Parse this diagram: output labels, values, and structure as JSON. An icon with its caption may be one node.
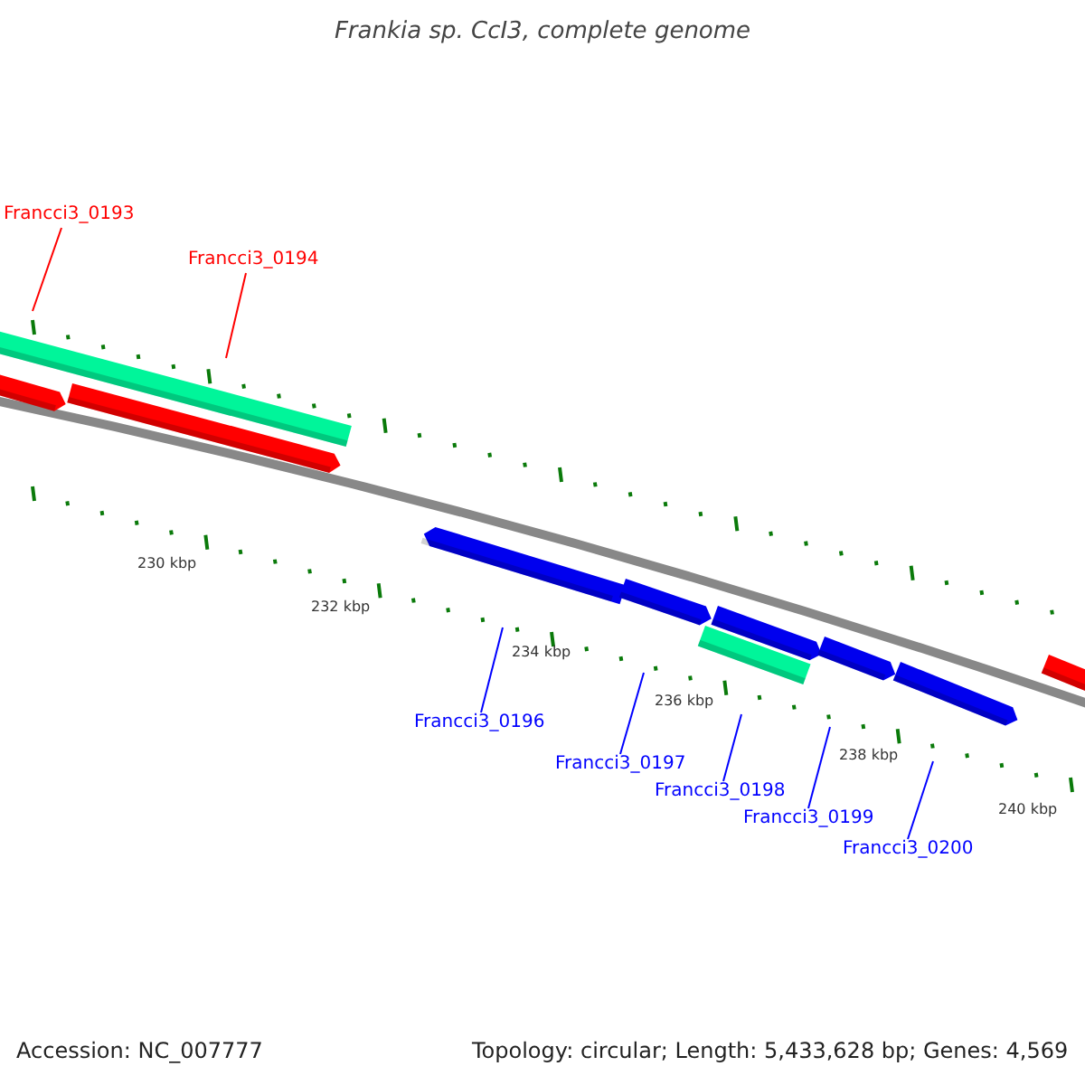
{
  "diagram": {
    "title": "Frankia sp. CcI3, complete genome",
    "nodes": [
      {
        "text": [
          "Francci3_0193"
        ]
      },
      {
        "text": [
          "Francci3_0194"
        ]
      },
      {
        "text": [
          "Francci3_0196"
        ]
      },
      {
        "text": [
          "Francci3_0197"
        ]
      },
      {
        "text": [
          "Francci3_0198"
        ]
      },
      {
        "text": [
          "Francci3_0199"
        ]
      },
      {
        "text": [
          "Francci3_0200"
        ]
      }
    ],
    "edges": [
      {
        "from": 0,
        "to": null,
        "arrow": "none",
        "color": "#ff0000"
      },
      {
        "from": 1,
        "to": null,
        "arrow": "none",
        "color": "#ff0000"
      },
      {
        "from": 2,
        "to": null,
        "arrow": "none"
      },
      {
        "from": 3,
        "to": null,
        "arrow": "none"
      },
      {
        "from": 4,
        "to": null,
        "arrow": "none"
      },
      {
        "from": 5,
        "to": null,
        "arrow": "none"
      },
      {
        "from": 6,
        "to": null,
        "arrow": "none"
      }
    ],
    "labels": [
      "230 kbp",
      "232 kbp",
      "234 kbp",
      "236 kbp",
      "238 kbp",
      "240 kbp",
      "Accession: NC_007777",
      "Topology: circular; Length: 5,433,628 bp; Genes: 4,569"
    ]
  }
}
